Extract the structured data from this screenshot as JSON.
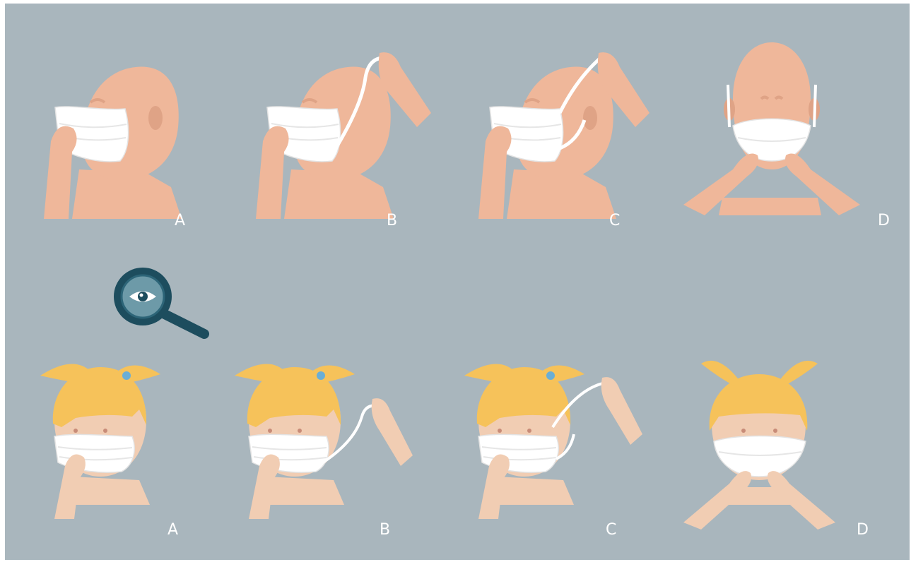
{
  "colors": {
    "background": "#a9b6bd",
    "adult_skin": "#efb79a",
    "adult_skin_shadow": "#dfa386",
    "child_skin": "#f1cdb3",
    "child_skin_shadow": "#e7b99a",
    "hair": "#f6c25a",
    "hair_tie": "#6aaed6",
    "mask": "#ffffff",
    "label": "#ffffff",
    "magnifier": "#1d4d5e"
  },
  "magnifier": {
    "icon": "magnifier-eye-icon"
  },
  "adult_steps": [
    {
      "label": "A"
    },
    {
      "label": "B"
    },
    {
      "label": "C"
    },
    {
      "label": "D"
    }
  ],
  "child_steps": [
    {
      "label": "A"
    },
    {
      "label": "B"
    },
    {
      "label": "C"
    },
    {
      "label": "D"
    }
  ]
}
